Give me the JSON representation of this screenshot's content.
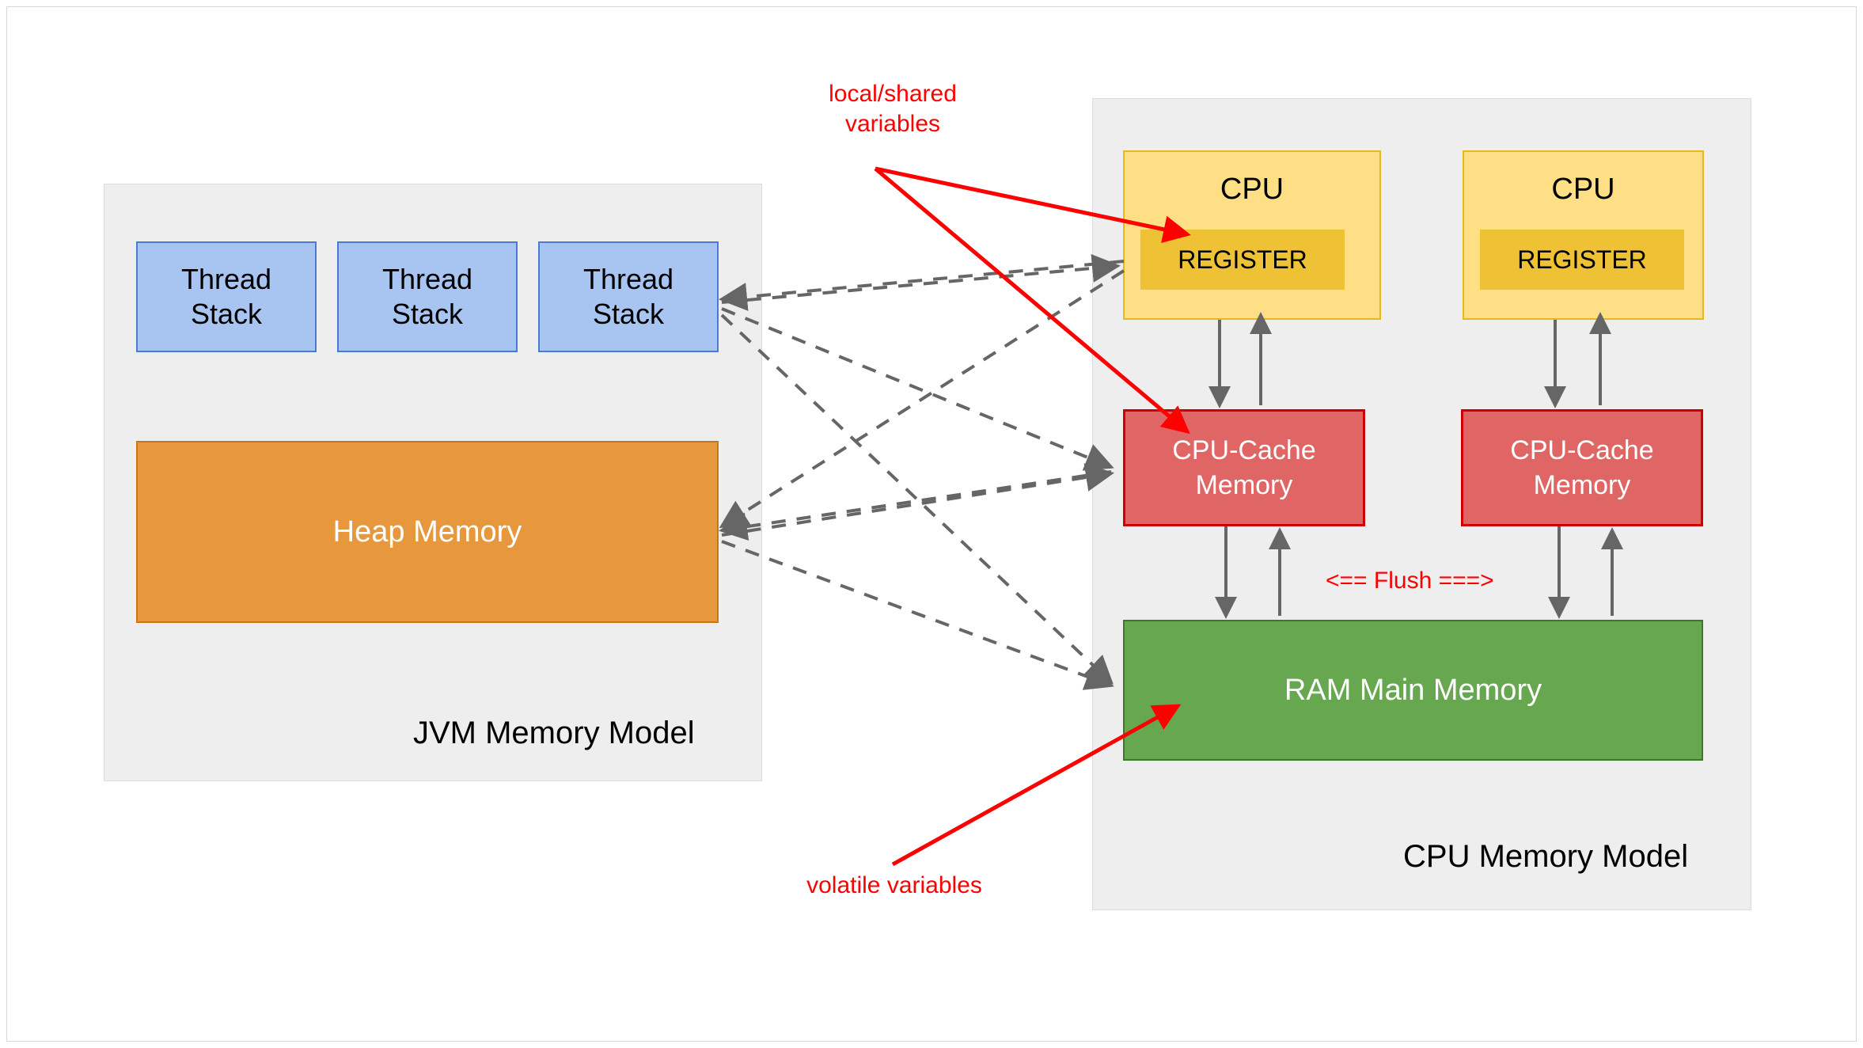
{
  "diagram": {
    "title": "JVM Memory Model and CPU Memory Model",
    "colors": {
      "panel_bg": "#eeeeee",
      "thread_stack": "#a8c4f0",
      "heap": "#e8983c",
      "cpu": "#ffdf85",
      "register": "#efc236",
      "cache": "#e06666",
      "ram": "#67a74f",
      "annotation": "#ff0000",
      "connector": "#666666"
    }
  },
  "jvm_panel": {
    "title": "JVM Memory Model",
    "thread_stacks": [
      {
        "label": "Thread\nStack"
      },
      {
        "label": "Thread\nStack"
      },
      {
        "label": "Thread\nStack"
      }
    ],
    "heap": {
      "label": "Heap Memory"
    }
  },
  "cpu_panel": {
    "title": "CPU Memory Model",
    "cores": [
      {
        "cpu_label": "CPU",
        "register_label": "REGISTER",
        "cache_label": "CPU-Cache\nMemory"
      },
      {
        "cpu_label": "CPU",
        "register_label": "REGISTER",
        "cache_label": "CPU-Cache\nMemory"
      }
    ],
    "ram": {
      "label": "RAM Main Memory"
    },
    "flush_label": "<== Flush ===>"
  },
  "annotations": {
    "local_shared": "local/shared\nvariables",
    "volatile": "volatile variables"
  }
}
